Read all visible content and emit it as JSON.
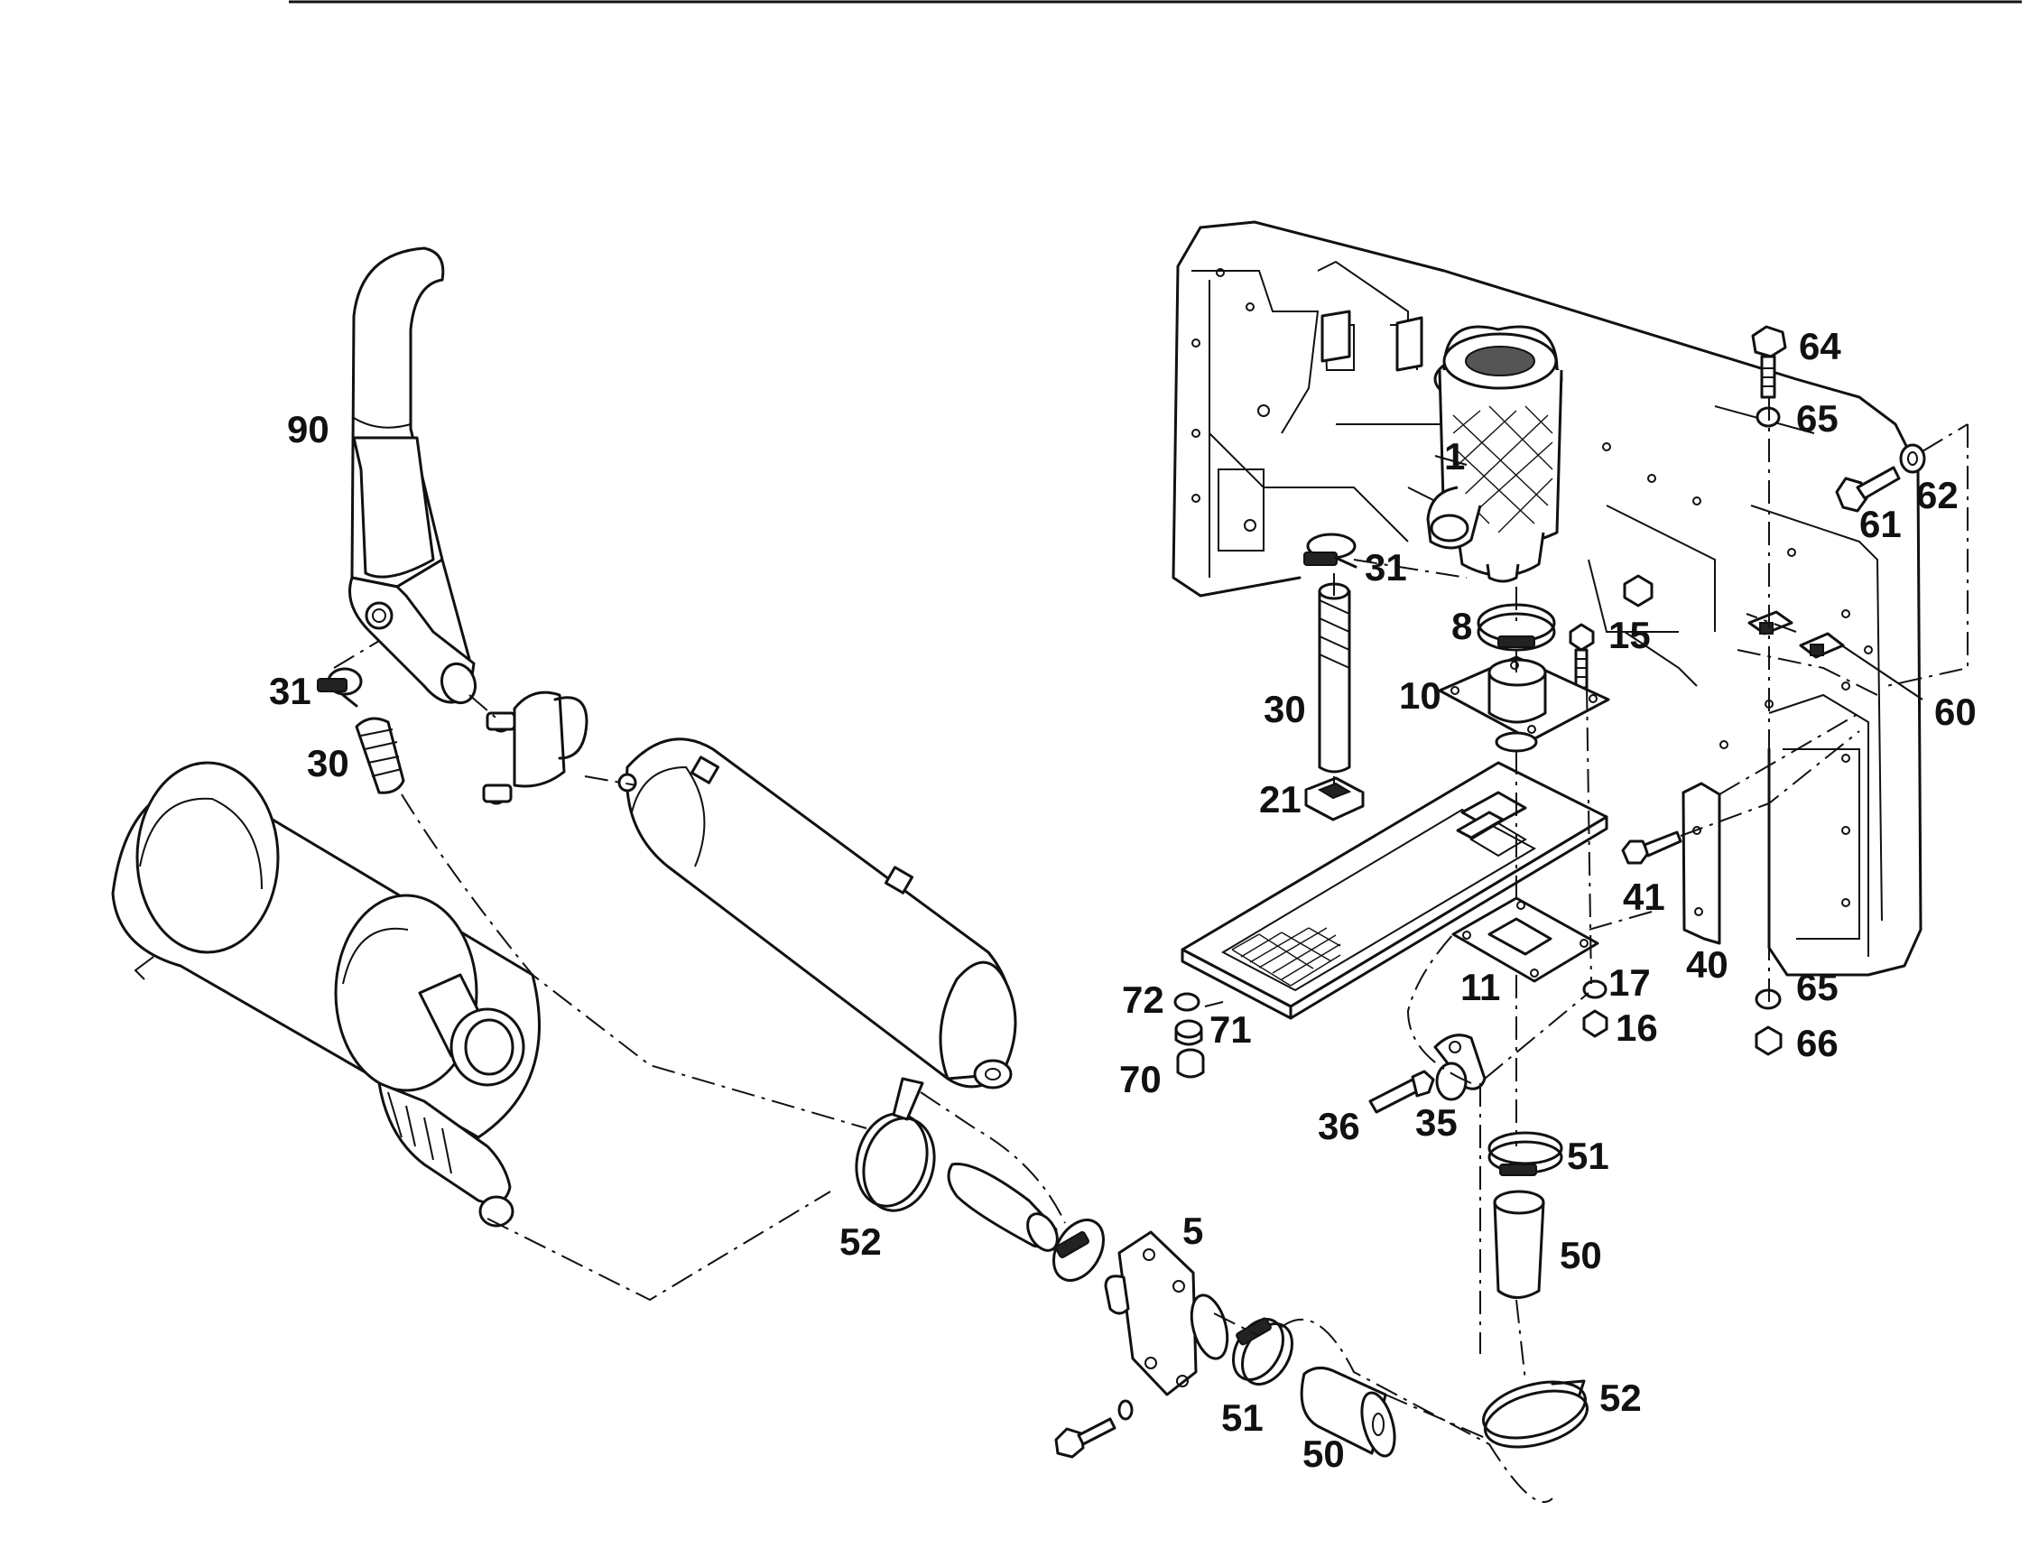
{
  "callouts": {
    "c1": "1",
    "c5": "5",
    "c8": "8",
    "c10": "10",
    "c11": "11",
    "c15": "15",
    "c16": "16",
    "c17": "17",
    "c21": "21",
    "c30_upper": "30",
    "c30_lower": "30",
    "c31_upper": "31",
    "c31_lower": "31",
    "c35": "35",
    "c36": "36",
    "c40": "40",
    "c41": "41",
    "c50_right": "50",
    "c50_bottom": "50",
    "c51_right": "51",
    "c51_bottom": "51",
    "c52_left": "52",
    "c52_right": "52",
    "c60": "60",
    "c61": "61",
    "c62": "62",
    "c64": "64",
    "c65_upper": "65",
    "c65_lower": "65",
    "c66": "66",
    "c70": "70",
    "c71": "71",
    "c72": "72",
    "c90": "90"
  }
}
